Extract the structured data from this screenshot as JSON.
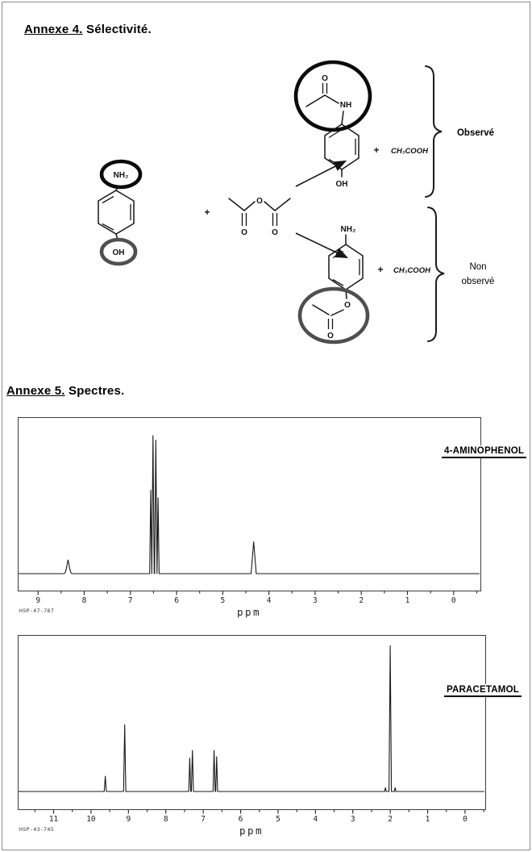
{
  "annexe4": {
    "heading": {
      "underlined": "Annexe 4.",
      "rest": " Sélectivité."
    },
    "scheme": {
      "reactant": {
        "amine": "NH₂",
        "hydroxyl": "OH"
      },
      "plus1": "+",
      "anhydride": {
        "o_bridge": "O",
        "o_left": "O",
        "o_right": "O"
      },
      "top": {
        "o": "O",
        "nh": "NH",
        "oh": "OH",
        "plus": "+",
        "acid": "CH₃COOH",
        "outcome": "Observé"
      },
      "bottom": {
        "nh2": "NH₂",
        "o_ester": "O",
        "o_carbonyl": "O",
        "plus": "+",
        "acid": "CH₃COOH",
        "outcome_line1": "Non",
        "outcome_line2": "observé"
      }
    }
  },
  "annexe5": {
    "heading": {
      "underlined": "Annexe 5.",
      "rest": " Spectres."
    }
  },
  "chart_data": [
    {
      "type": "line",
      "title": "4-AMINOPHENOL",
      "instrument_id": "HSP-47-787",
      "xlabel": "ppm",
      "x_ticks": [
        9,
        8,
        7,
        6,
        5,
        4,
        3,
        2,
        1,
        0
      ],
      "x_range": [
        9.44,
        -0.58
      ],
      "ylim": [
        0,
        1
      ],
      "grid": false,
      "peaks": [
        {
          "ppm": 8.35,
          "height": 0.09,
          "width": 5
        },
        {
          "ppm": 6.56,
          "height": 0.55,
          "width": 1.3
        },
        {
          "ppm": 6.51,
          "height": 0.91,
          "width": 1.5
        },
        {
          "ppm": 6.45,
          "height": 0.88,
          "width": 1.5
        },
        {
          "ppm": 6.4,
          "height": 0.5,
          "width": 1.3
        },
        {
          "ppm": 4.33,
          "height": 0.21,
          "width": 3.2
        }
      ]
    },
    {
      "type": "line",
      "title": "PARACETAMOL",
      "instrument_id": "HSP-43-745",
      "xlabel": "ppm",
      "x_ticks": [
        11,
        10,
        9,
        8,
        7,
        6,
        5,
        4,
        3,
        2,
        1,
        0
      ],
      "x_range": [
        11.96,
        -0.54
      ],
      "ylim": [
        0,
        1
      ],
      "grid": false,
      "peaks": [
        {
          "ppm": 9.62,
          "height": 0.1,
          "width": 1.3
        },
        {
          "ppm": 9.1,
          "height": 0.44,
          "width": 1.4
        },
        {
          "ppm": 7.36,
          "height": 0.22,
          "width": 1.2
        },
        {
          "ppm": 7.29,
          "height": 0.27,
          "width": 1.3
        },
        {
          "ppm": 6.71,
          "height": 0.27,
          "width": 1.3
        },
        {
          "ppm": 6.64,
          "height": 0.23,
          "width": 1.2
        },
        {
          "ppm": 2.13,
          "height": 0.025,
          "width": 1
        },
        {
          "ppm": 2.0,
          "height": 0.96,
          "width": 1.5
        },
        {
          "ppm": 1.87,
          "height": 0.025,
          "width": 1
        }
      ]
    }
  ]
}
